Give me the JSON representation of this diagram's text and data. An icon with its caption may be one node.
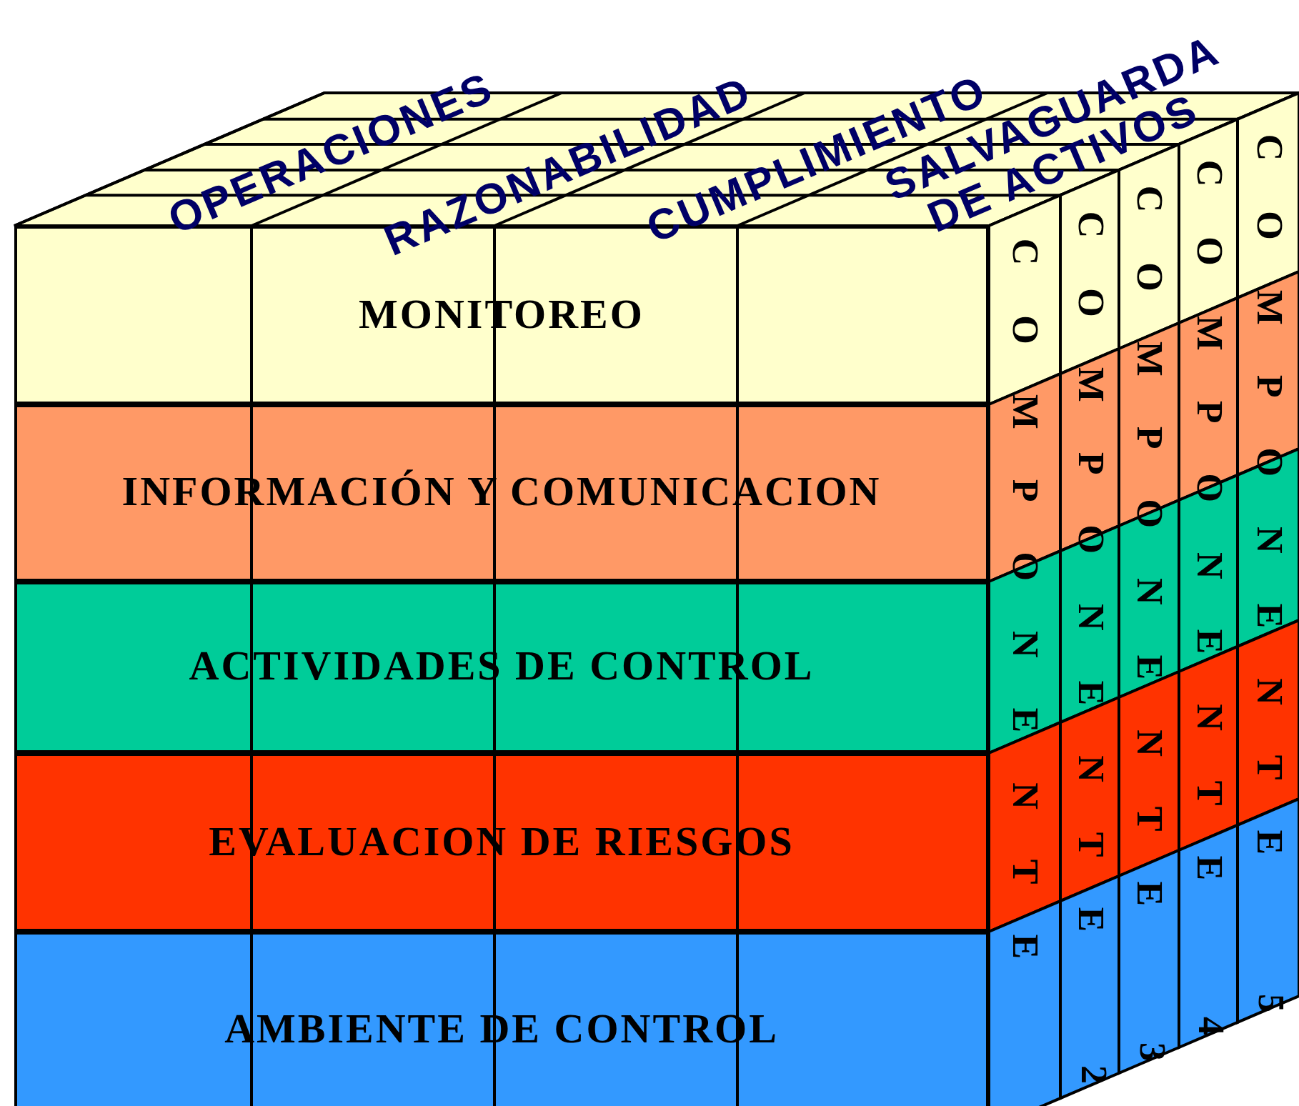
{
  "diagram": {
    "nodes": [
      {
        "text": [
          "MONITOREO"
        ]
      },
      {
        "text": [
          "INFORMACIÓN Y COMUNICACION"
        ]
      },
      {
        "text": [
          "ACTIVIDADES DE CONTROL"
        ]
      },
      {
        "text": [
          "EVALUACION DE RIESGOS"
        ]
      },
      {
        "text": [
          "AMBIENTE DE CONTROL"
        ]
      },
      {
        "text": [
          "COMPONENTE"
        ]
      },
      {
        "text": [
          "COMPONENTE"
        ]
      },
      {
        "text": [
          "COMPONENTE"
        ]
      },
      {
        "text": [
          "COMPONENTE"
        ]
      },
      {
        "text": [
          "COMPONENTE"
        ]
      }
    ],
    "labels": [
      "OPERACIONES",
      "RAZONABILIDAD",
      "CUMPLIMIENTO",
      "SALVAGUARDA DE ACTIVOS",
      "2",
      "3",
      "4",
      "5"
    ]
  }
}
